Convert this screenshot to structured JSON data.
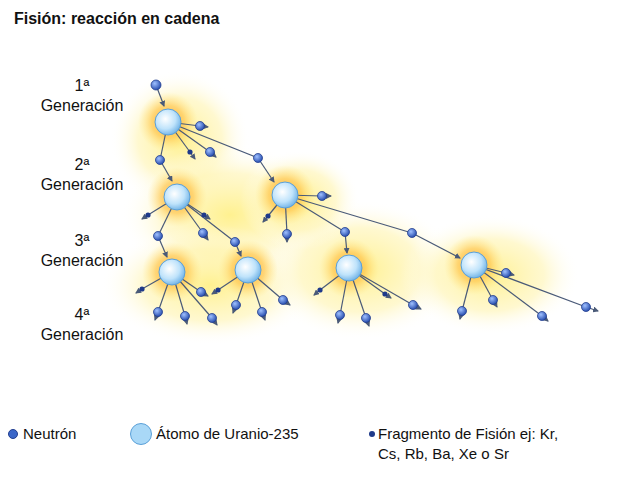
{
  "diagram": {
    "title": "Fisión: reacción en cadena",
    "labels": [
      "1ª Generación",
      "2ª Generación",
      "3ª Generación",
      "4ª Generación"
    ],
    "legend": [
      {
        "text": "Neutrón",
        "color": "#3a66c8"
      },
      {
        "text": "Átomo de Uranio-235",
        "color": "#a9d8f7"
      },
      {
        "text": "Fragmento de Fisión ej: Kr, Cs, Rb, Ba, Xe o Sr",
        "color": "#1f3a8a"
      }
    ]
  }
}
